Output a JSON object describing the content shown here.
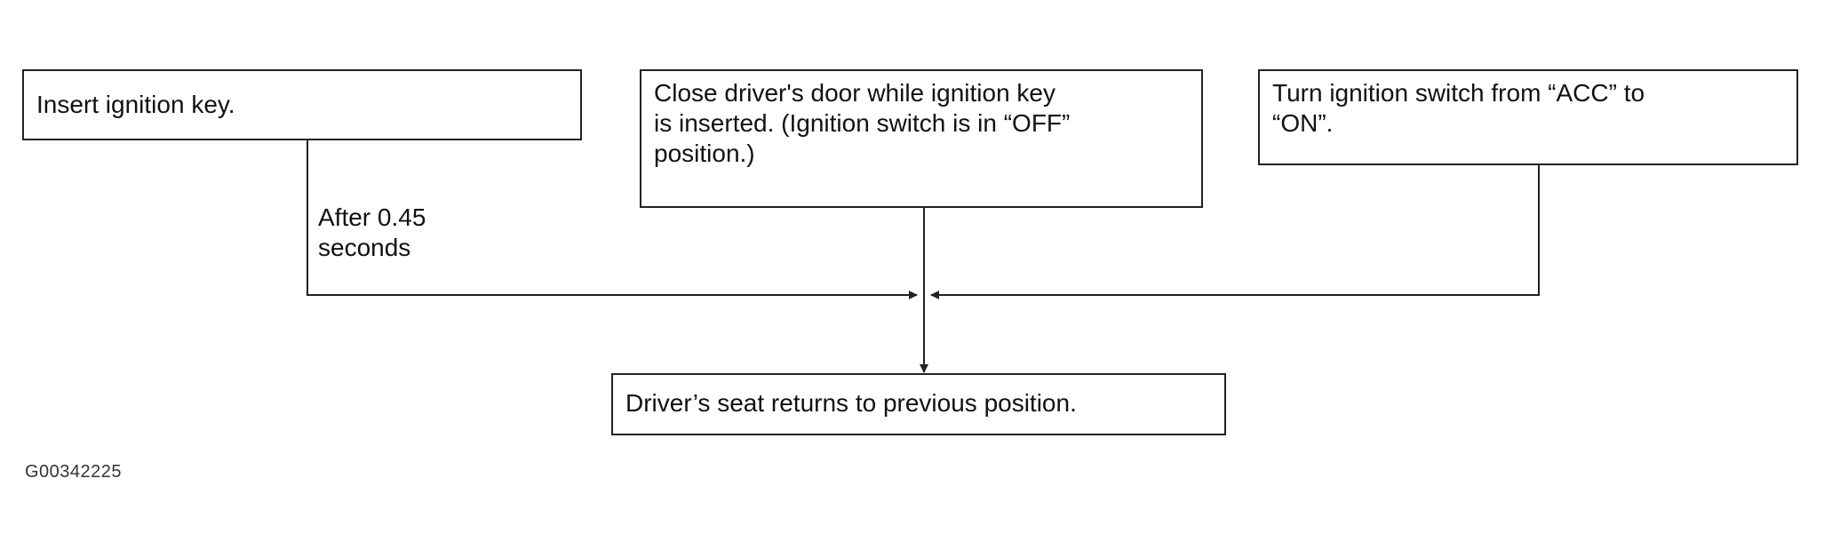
{
  "flowchart": {
    "steps": {
      "insert_key": "Insert ignition key.",
      "close_door": "Close driver's door while ignition key\nis inserted. (Ignition switch is in “OFF”\nposition.)",
      "turn_switch": "Turn ignition switch from “ACC” to\n“ON”.",
      "seat_return": "Driver’s seat returns to previous position."
    },
    "delay_label": "After 0.45\nseconds"
  },
  "figure_id": "G00342225"
}
